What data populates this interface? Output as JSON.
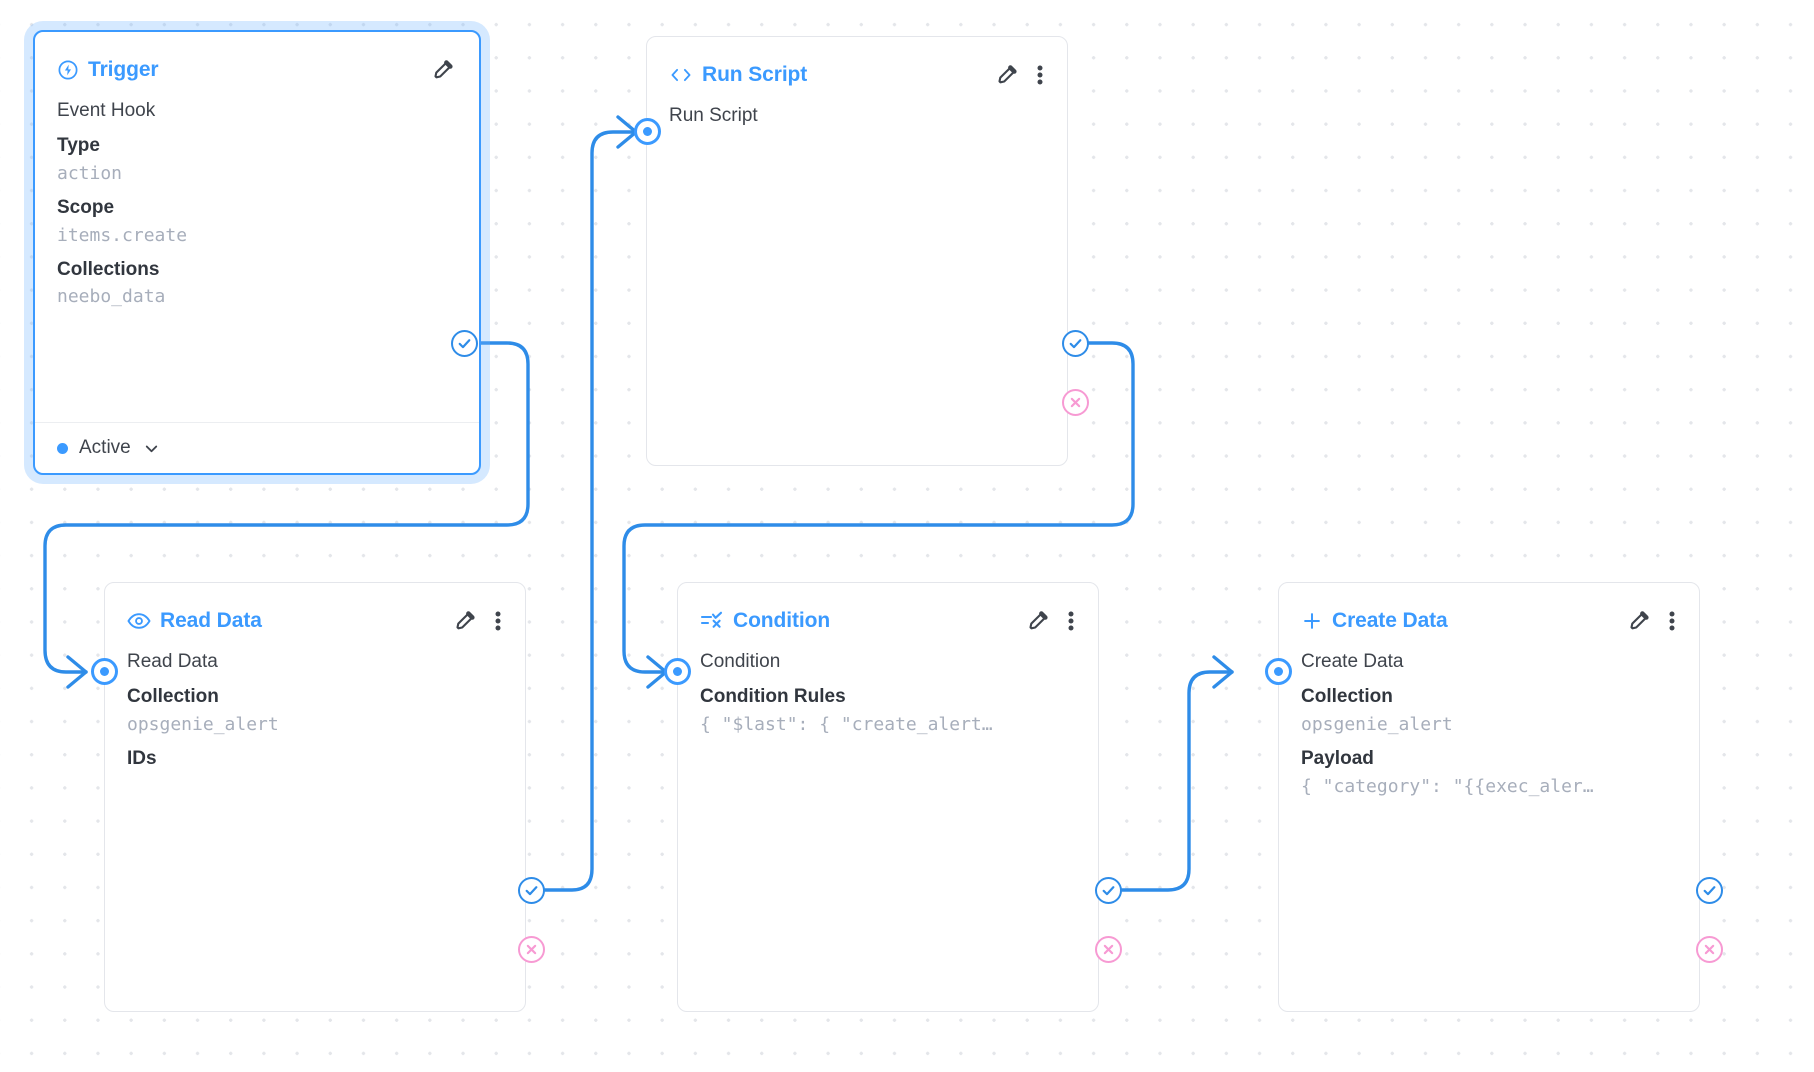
{
  "app": {
    "canvas_name": "flow-editor-canvas",
    "accent_color": "#3b9aff",
    "resolve_color": "#2e8ce8",
    "reject_color": "#f79ad3",
    "label_color": "#31363e",
    "value_color": "#a7aebb",
    "border_color": "#e4e6eb"
  },
  "nodes": [
    {
      "id": "trigger",
      "title": "Trigger",
      "icon": "bolt-circle-icon",
      "selected": true,
      "body_title": "Event Hook",
      "fields": [
        {
          "label": "Type",
          "value": "action"
        },
        {
          "label": "Scope",
          "value": "items.create"
        },
        {
          "label": "Collections",
          "value": "neebo_data"
        }
      ],
      "status": {
        "label": "Active",
        "dot_color": "#3b9aff",
        "chevron": "chevron-down-icon"
      },
      "tools": [
        "edit-icon"
      ]
    },
    {
      "id": "run-script",
      "title": "Run Script",
      "icon": "code-brackets-icon",
      "selected": false,
      "body_title": "Run Script",
      "fields": [],
      "tools": [
        "edit-icon",
        "more-options-icon"
      ]
    },
    {
      "id": "read-data",
      "title": "Read Data",
      "icon": "eye-icon",
      "selected": false,
      "body_title": "Read Data",
      "fields": [
        {
          "label": "Collection",
          "value": "opsgenie_alert"
        },
        {
          "label": "IDs",
          "value": ""
        }
      ],
      "tools": [
        "edit-icon",
        "more-options-icon"
      ]
    },
    {
      "id": "condition",
      "title": "Condition",
      "icon": "condition-filter-icon",
      "selected": false,
      "body_title": "Condition",
      "fields": [
        {
          "label": "Condition Rules",
          "value": "{ \"$last\": { \"create_alert…"
        }
      ],
      "tools": [
        "edit-icon",
        "more-options-icon"
      ]
    },
    {
      "id": "create-data",
      "title": "Create Data",
      "icon": "plus-icon",
      "selected": false,
      "body_title": "Create Data",
      "fields": [
        {
          "label": "Collection",
          "value": "opsgenie_alert"
        },
        {
          "label": "Payload",
          "value": "{ \"category\": \"{{exec_aler…"
        }
      ],
      "tools": [
        "edit-icon",
        "more-options-icon"
      ]
    }
  ],
  "handles": {
    "resolve_icon": "check-circle-icon",
    "reject_icon": "x-circle-icon",
    "target_icon": "target-dot-icon"
  }
}
